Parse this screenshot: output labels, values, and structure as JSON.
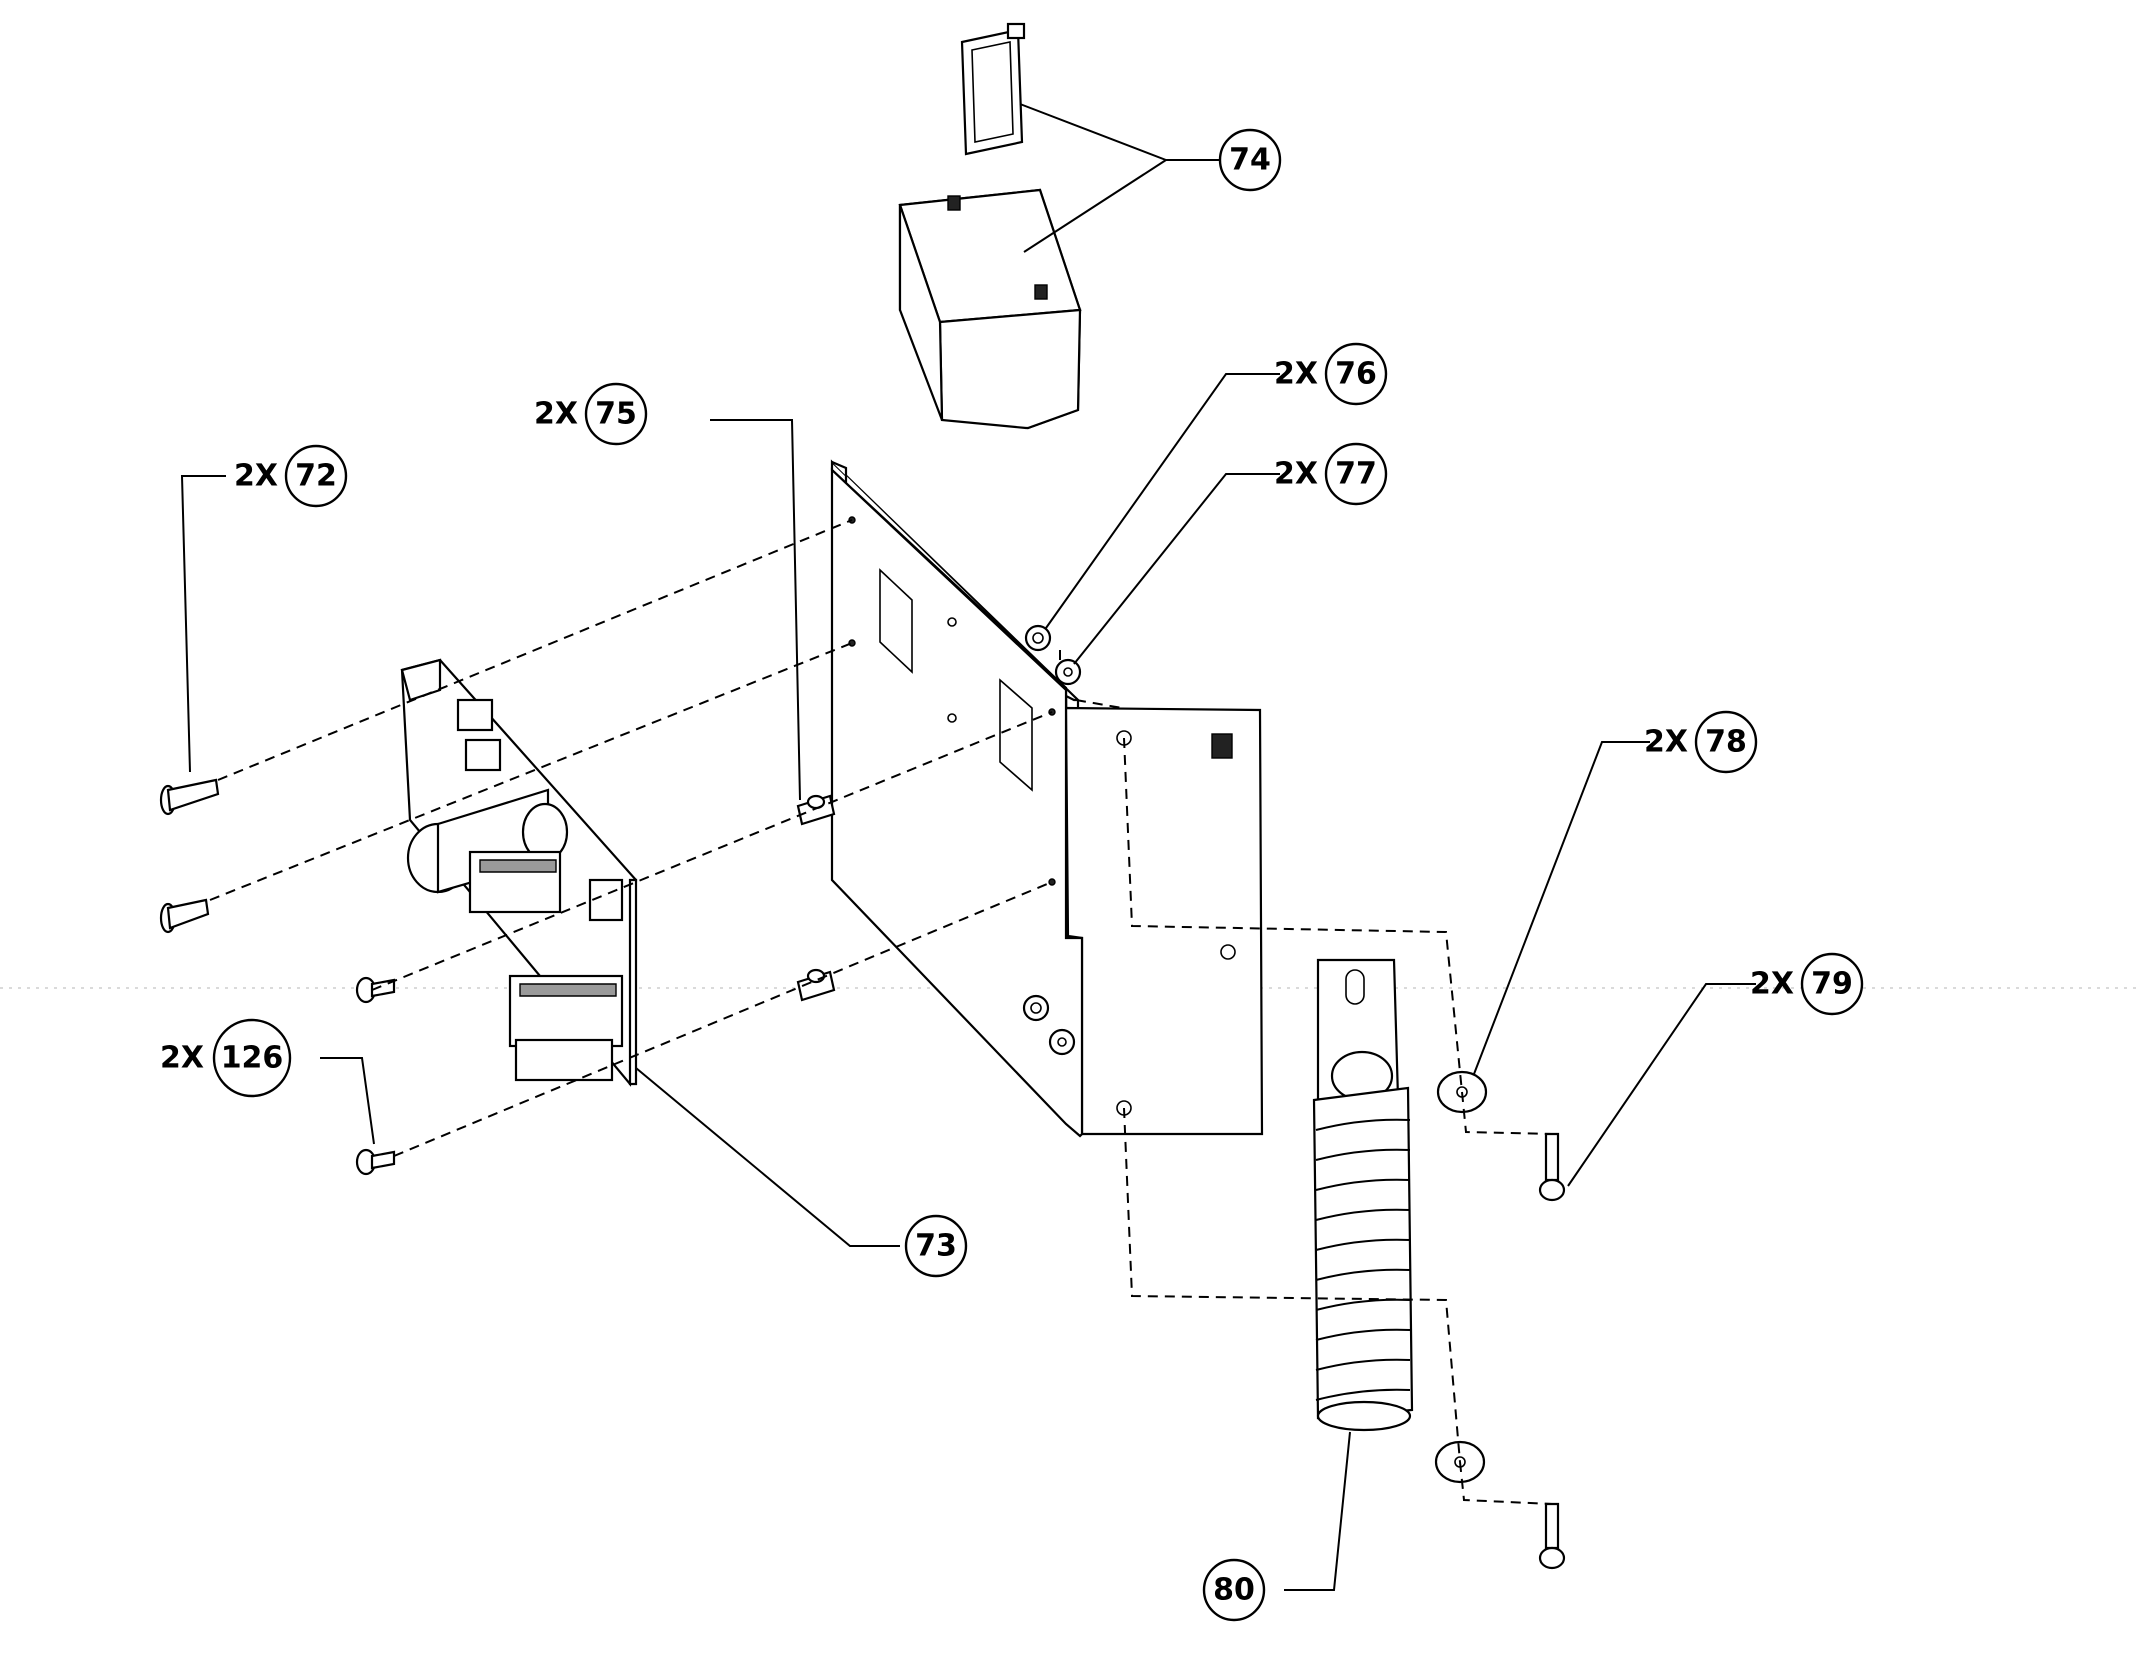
{
  "callouts": [
    {
      "id": "c72",
      "qty": "2X",
      "num": "72"
    },
    {
      "id": "c73",
      "qty": "",
      "num": "73"
    },
    {
      "id": "c74",
      "qty": "",
      "num": "74"
    },
    {
      "id": "c75",
      "qty": "2X",
      "num": "75"
    },
    {
      "id": "c76",
      "qty": "2X",
      "num": "76"
    },
    {
      "id": "c77",
      "qty": "2X",
      "num": "77"
    },
    {
      "id": "c78",
      "qty": "2X",
      "num": "78"
    },
    {
      "id": "c79",
      "qty": "2X",
      "num": "79"
    },
    {
      "id": "c80",
      "qty": "",
      "num": "80"
    },
    {
      "id": "c126",
      "qty": "2X",
      "num": "126"
    }
  ]
}
